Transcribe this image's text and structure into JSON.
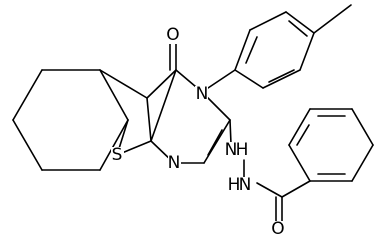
{
  "atoms": {
    "O": "O",
    "N": "N",
    "S": "S",
    "H": "H"
  }
}
